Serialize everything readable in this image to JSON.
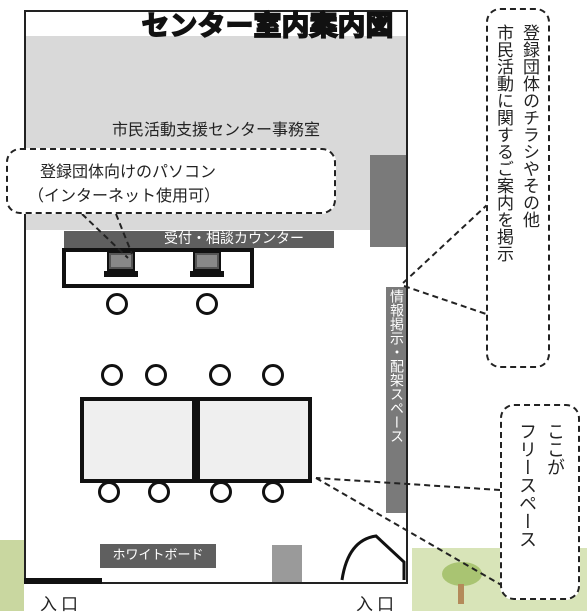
{
  "title": "センター室内案内図",
  "office": {
    "label": "市民活動支援センター事務室"
  },
  "counter": {
    "label": "受付・相談カウンター"
  },
  "pc_callout": {
    "line1": "登録団体向けのパソコン",
    "line2": "（インターネット使用可）"
  },
  "info_callout": {
    "line1": "登録団体のチラシやその他",
    "line2": "市民活動に関するご案内を掲示"
  },
  "info_board": {
    "label": "情報掲示・配架スペース"
  },
  "free_callout": {
    "line1": "ここが",
    "line2": "フリースペース"
  },
  "whiteboard": {
    "label": "ホワイトボード"
  },
  "entrances": {
    "left": "入口",
    "right": "入口"
  },
  "colors": {
    "dark_gray": "#5f5f5f",
    "mid_gray": "#7a7a7a",
    "light_gray": "#d9d9d9",
    "table_fill": "#efefef"
  }
}
